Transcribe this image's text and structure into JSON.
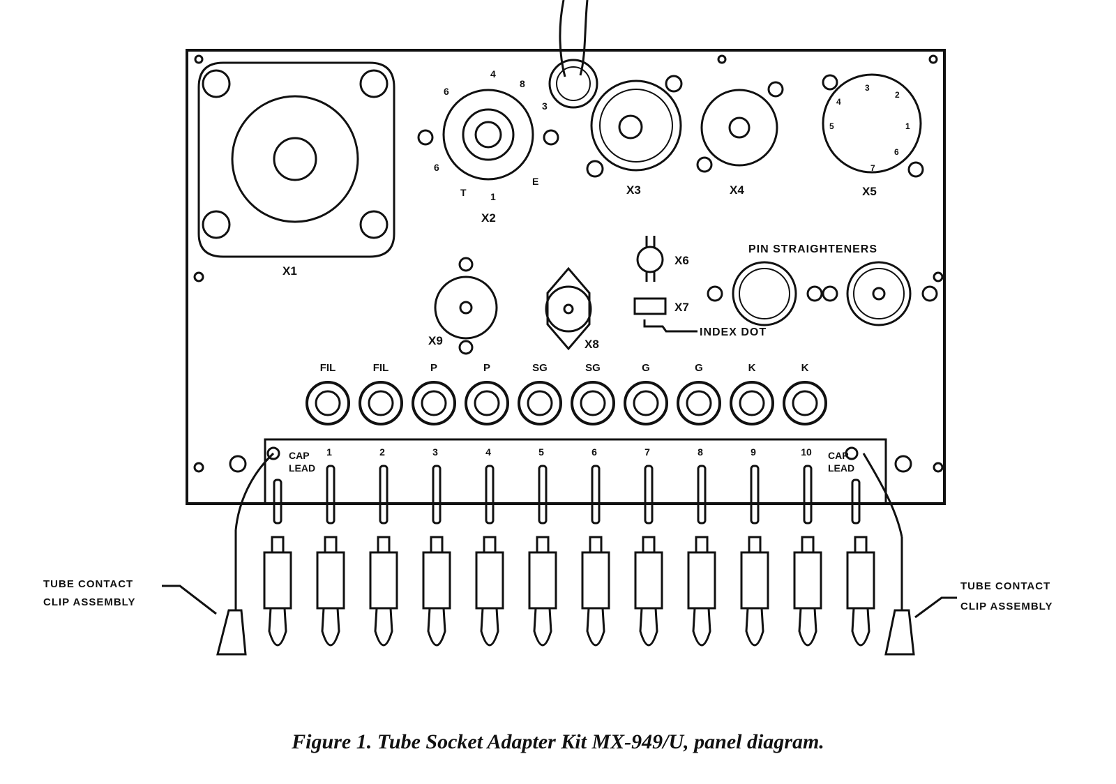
{
  "caption": "Figure 1.  Tube Socket Adapter Kit MX-949/U, panel diagram.",
  "sockets": {
    "x1": "X1",
    "x2": "X2",
    "x3": "X3",
    "x4": "X4",
    "x5": "X5",
    "x6": "X6",
    "x7": "X7",
    "x8": "X8",
    "x9": "X9"
  },
  "x2_pins": [
    "4",
    "8",
    "3",
    "E",
    "1",
    "T",
    "6",
    "6"
  ],
  "x5_pins": [
    "3",
    "2",
    "4",
    "5",
    "1",
    "6",
    "7"
  ],
  "pin_straighteners": "PIN STRAIGHTENERS",
  "index_dot": "INDEX DOT",
  "jacks": [
    "FIL",
    "FIL",
    "P",
    "P",
    "SG",
    "SG",
    "G",
    "G",
    "K",
    "K"
  ],
  "terminals": [
    "1",
    "2",
    "3",
    "4",
    "5",
    "6",
    "7",
    "8",
    "9",
    "10"
  ],
  "cap_lead": {
    "line1": "CAP",
    "line2": "LEAD"
  },
  "clip_assembly": {
    "line1": "TUBE CONTACT",
    "line2": "CLIP ASSEMBLY"
  },
  "colors": {
    "ink": "#111111",
    "paper": "#ffffff"
  }
}
